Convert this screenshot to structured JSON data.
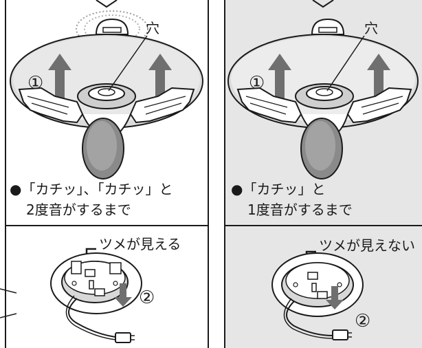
{
  "left_panel": {
    "hole_label": "穴",
    "step1_marker": "①",
    "note_line1": "●「カチッ」、「カチッ」と",
    "note_line2": "2度音がするまで",
    "claw_label": "ツメが見える",
    "step2_marker": "②"
  },
  "right_panel": {
    "hole_label": "穴",
    "step1_marker": "①",
    "note_line1": "●「カチッ」と",
    "note_line2": "1度音がするまで",
    "claw_label": "ツメが見えない",
    "step2_marker": "②"
  },
  "colors": {
    "right_panel_bg": "#e6e6e6",
    "arrow": "#6f6f6f",
    "ceiling": "#d9d9d9",
    "line": "#1a1a1a"
  }
}
